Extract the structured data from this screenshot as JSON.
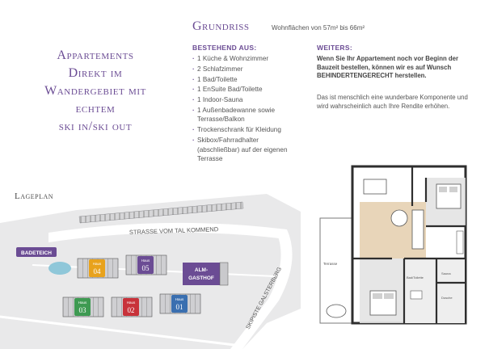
{
  "headline": {
    "lines": [
      "Appartements",
      "Direkt im",
      "Wandergebiet mit",
      "echtem",
      "ski in/ski out"
    ]
  },
  "grundriss": {
    "title": "Grundriss",
    "subtitle": "Wohnflächen von 57m² bis 66m²"
  },
  "bestehend": {
    "heading": "BESTEHEND AUS:",
    "items": [
      "1 Küche & Wohnzimmer",
      "2 Schlafzimmer",
      "1 Bad/Toilette",
      "1 EnSuite Bad/Toilette",
      "1 Indoor-Sauna",
      "1 Außenbadewanne sowie Terrasse/Balkon",
      "Trockenschrank für Kleidung",
      "Skibox/Fahrradhalter (abschließbar) auf der eigenen Terrasse"
    ]
  },
  "weiters": {
    "heading": "WEITERS:",
    "bold_text": "Wenn Sie Ihr Appartement noch vor Beginn der Bauzeit bestellen, können wir es auf Wunsch BEHINDERTENGERECHT herstellen.",
    "text": "Das ist menschlich eine wunderbare Komponente und wird wahrscheinlich auch Ihre Rendite erhöhen."
  },
  "lageplan": {
    "title": "Lageplan",
    "road_label": "STRASSE VOM TAL KOMMEND",
    "side_road_label": "SKIPISTE GALSTERBERG",
    "pond_label": "BADETEICH",
    "inn_label_1": "ALM-",
    "inn_label_2": "GASTHOF",
    "house_word": "Haus",
    "houses": [
      "04",
      "05",
      "03",
      "02",
      "01"
    ],
    "house_colors": [
      "#e8a21c",
      "#6b4c94",
      "#3e9a52",
      "#c8323a",
      "#3a6fb0"
    ]
  },
  "floorplan": {
    "terrace_label": "Terrasse",
    "bath_label": "Bad/Toilette",
    "sauna_label": "Sauna",
    "shower_label": "Dusche"
  }
}
